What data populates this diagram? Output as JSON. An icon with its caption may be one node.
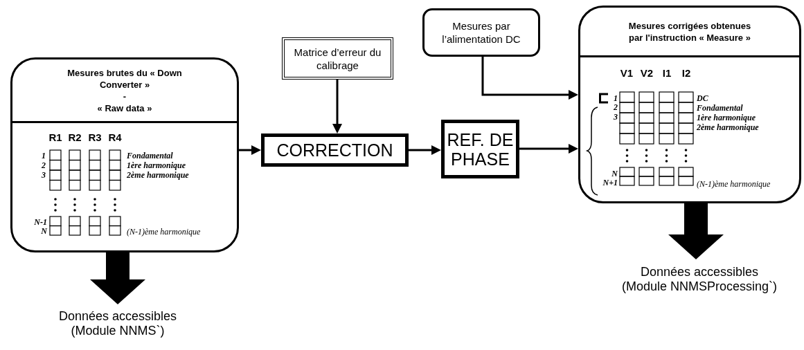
{
  "diagram": {
    "nodes": [
      {
        "text": [
          "Mesures brutes du « Down Converter »",
          "-",
          "« Raw data »"
        ]
      },
      {
        "text": [
          "Matrice d’erreur du calibrage"
        ]
      },
      {
        "text": [
          "CORRECTION"
        ]
      },
      {
        "text": [
          "REF. DE PHASE"
        ]
      },
      {
        "text": [
          "Mesures par l’alimentation DC"
        ]
      },
      {
        "text": [
          "Mesures corrigées obtenues par l'instruction « Measure »"
        ]
      },
      {
        "text": [
          "Données accessibles (Module NNMS`)"
        ]
      },
      {
        "text": [
          "Données accessibles (Module NNMSProcessing`)"
        ]
      }
    ],
    "edges": [
      {
        "from": 0,
        "to": 2,
        "arrow": "to"
      },
      {
        "from": 1,
        "to": 2,
        "arrow": "to"
      },
      {
        "from": 2,
        "to": 3,
        "arrow": "to"
      },
      {
        "from": 3,
        "to": 5,
        "arrow": "to"
      },
      {
        "from": 4,
        "to": 5,
        "arrow": "to"
      },
      {
        "from": 0,
        "to": 6,
        "arrow": "to",
        "style": "thick"
      },
      {
        "from": 5,
        "to": 7,
        "arrow": "to",
        "style": "thick"
      }
    ],
    "labels": [
      "R1",
      "R2",
      "R3",
      "R4",
      "1",
      "Fondamental",
      "2",
      "1ère harmonique",
      "3",
      "2ème harmonique",
      "N-1",
      "N",
      "(N-1)ème harmonique",
      "V1",
      "V2",
      "I1",
      "I2",
      "1",
      "DC",
      "2",
      "Fondamental",
      "3",
      "1ère harmonique",
      "2ème harmonique",
      "N",
      "N+1",
      "(N-1)ème harmonique"
    ]
  }
}
